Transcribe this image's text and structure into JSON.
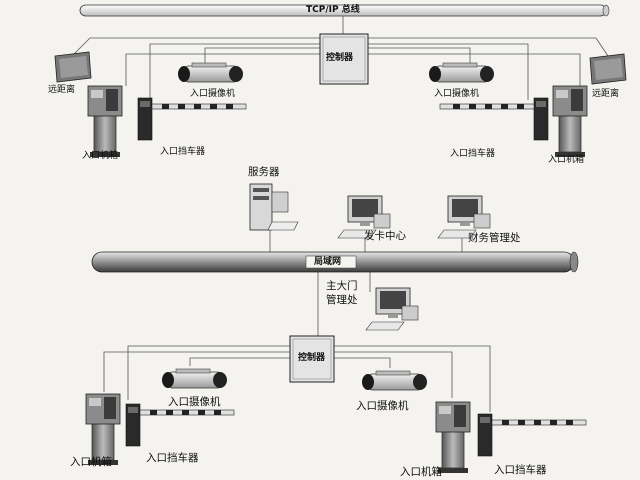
{
  "bus": {
    "label": "TCP/IP 总线"
  },
  "lan": {
    "label": "局域网"
  },
  "controllers": {
    "top": "控制器",
    "bottom": "控制器"
  },
  "top_section": {
    "far_left": "远距离",
    "far_right": "远距离",
    "camera_left": "入口摄像机",
    "camera_right": "入口摄像机",
    "box_left": "入口机箱",
    "box_right": "入口机箱",
    "barrier_left": "入口挡车器",
    "barrier_right": "入口挡车器"
  },
  "middle_section": {
    "server": "服务器",
    "card_center": "发卡中心",
    "finance": "财务管理处",
    "main_gate": [
      "主大门",
      "管理处"
    ]
  },
  "bottom_section": {
    "camera_left": "入口摄像机",
    "camera_right": "入口摄像机",
    "box_left": "入口机箱",
    "box_right": "入口机箱",
    "barrier_left": "入口挡车器",
    "barrier_right": "入口挡车器"
  }
}
